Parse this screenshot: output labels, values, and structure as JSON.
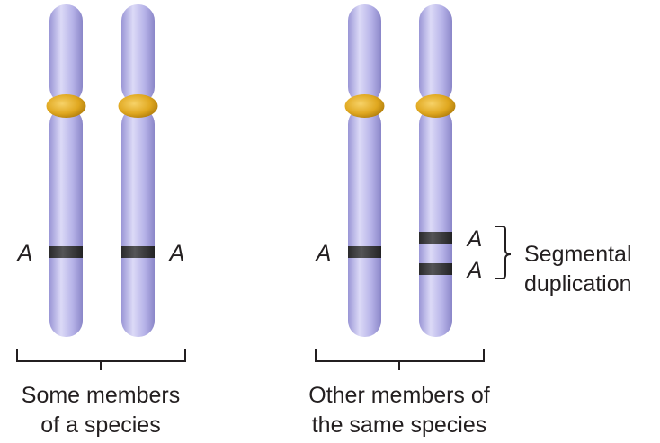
{
  "colors": {
    "chromatid_light": "#d9d7f5",
    "chromatid_mid": "#b3b0e6",
    "chromatid_dark": "#8884c6",
    "centromere": "#e0a820",
    "centromere_dark": "#b07d10",
    "band": "#3a3a3c",
    "bracket": "#231f20"
  },
  "left_group": {
    "chromosome_1": {
      "allele_label": "A"
    },
    "chromosome_2": {
      "allele_label": "A"
    },
    "caption_line1": "Some members",
    "caption_line2": "of a species"
  },
  "right_group": {
    "chromosome_3": {
      "allele_label": "A"
    },
    "chromosome_4": {
      "allele_label_top": "A",
      "allele_label_bottom": "A"
    },
    "caption_line1": "Other members of",
    "caption_line2": "the same species"
  },
  "duplication": {
    "label_line1": "Segmental",
    "label_line2": "duplication"
  }
}
